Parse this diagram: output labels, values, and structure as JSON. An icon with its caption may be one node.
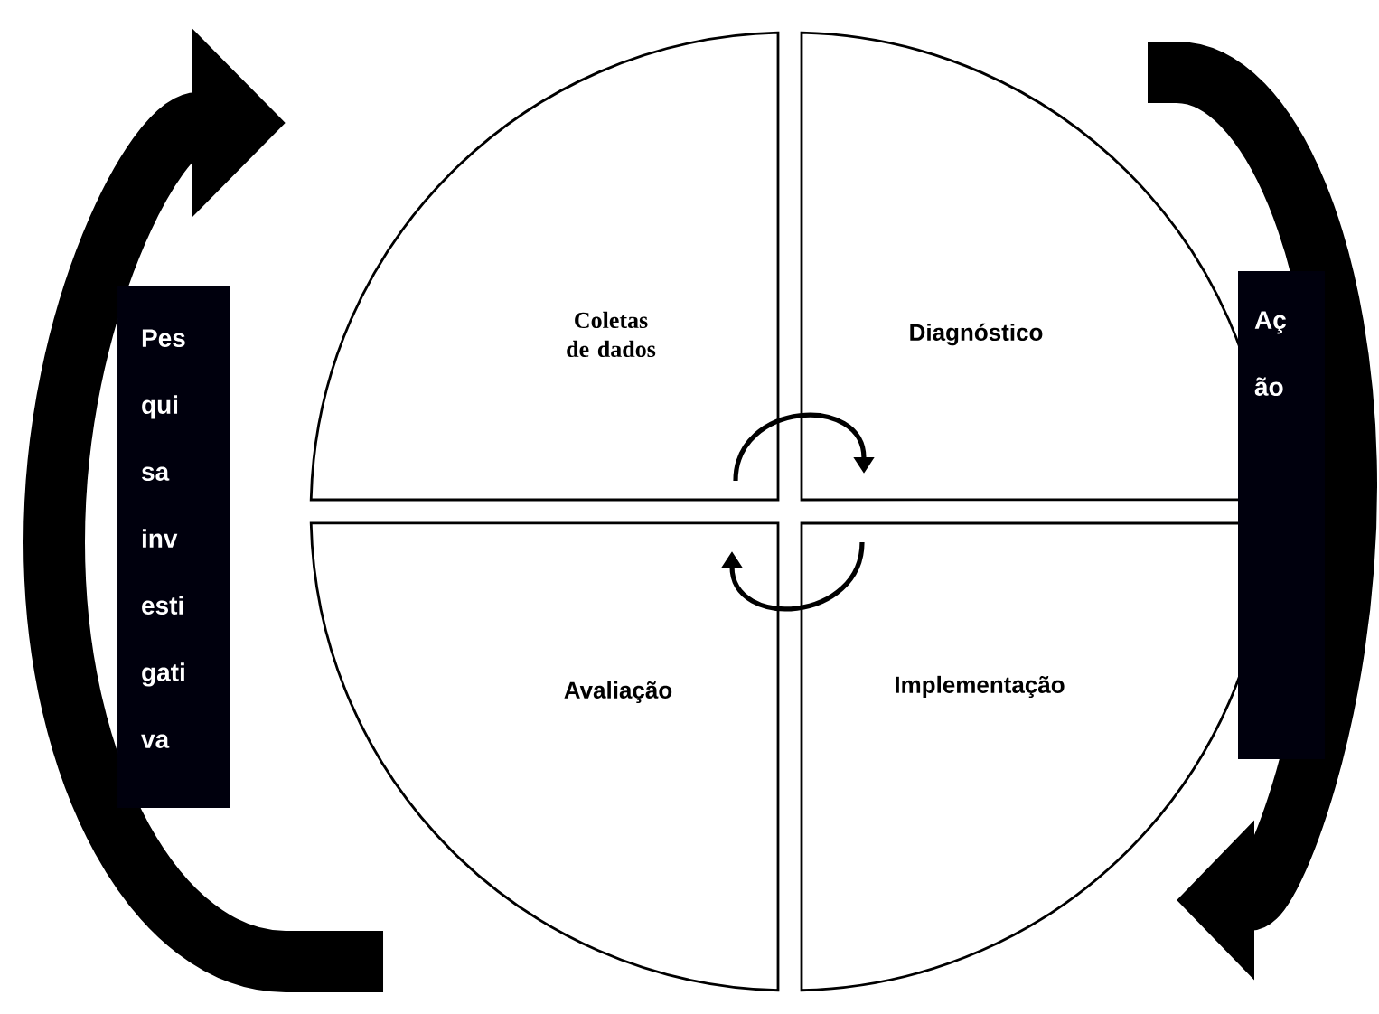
{
  "diagram": {
    "nodes": [
      {
        "text": [
          "Coletas de dados"
        ]
      },
      {
        "text": [
          "Diagnóstico"
        ]
      },
      {
        "text": [
          "Avaliação"
        ]
      },
      {
        "text": [
          "Implementação"
        ]
      },
      {
        "text": [
          "Pes qui sa inv esti gati va"
        ]
      },
      {
        "text": [
          "Aç ão"
        ]
      }
    ],
    "edges": [
      {
        "from": 0,
        "to": 1,
        "arrow": "to"
      },
      {
        "from": 3,
        "to": 2,
        "arrow": "to"
      }
    ]
  }
}
